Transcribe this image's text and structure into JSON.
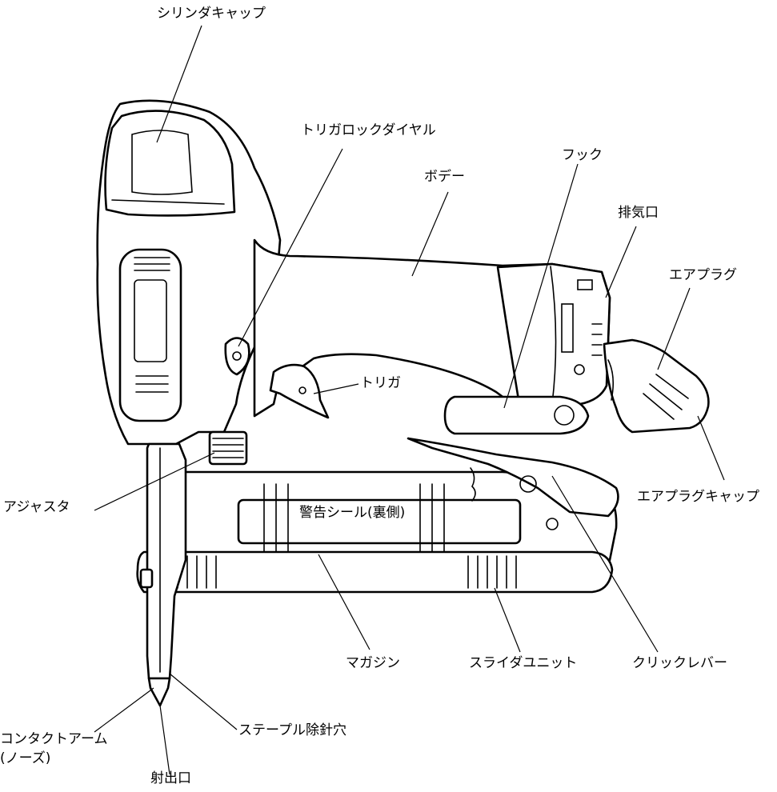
{
  "callouts": {
    "cylinder_cap": "シリンダキャップ",
    "trigger_lock_dial": "トリガロックダイヤル",
    "body": "ボデー",
    "hook": "フック",
    "exhaust_port": "排気口",
    "air_plug": "エアプラグ",
    "trigger": "トリガ",
    "adjuster": "アジャスタ",
    "warning_seal": "警告シール(裏側)",
    "air_plug_cap": "エアプラグキャップ",
    "magazine": "マガジン",
    "slide_unit": "スライダユニット",
    "click_lever": "クリックレバー",
    "contact_arm_line1": "コンタクトアーム",
    "contact_arm_line2": "(ノーズ)",
    "staple_removal_hole": "ステープル除針穴",
    "injection_port": "射出口"
  }
}
